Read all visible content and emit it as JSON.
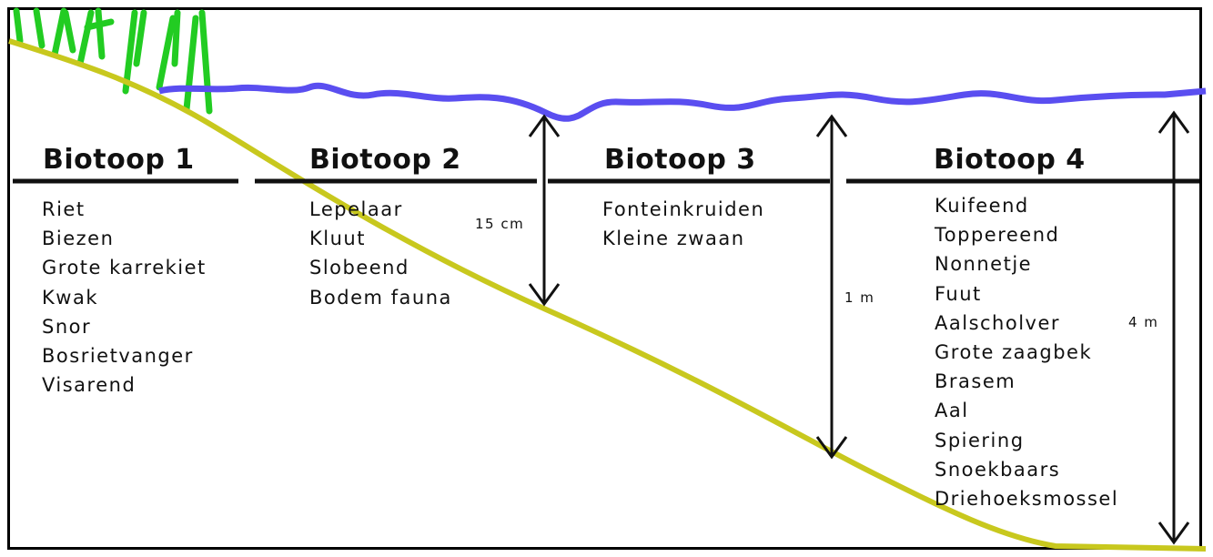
{
  "colors": {
    "ground": "#c8c81e",
    "water": "#5a4ef0",
    "reed": "#22cc22",
    "arrow": "#111111",
    "rule": "#111111"
  },
  "biotopes": [
    {
      "title": "Biotoop 1",
      "items": [
        "Riet",
        "Biezen",
        "Grote karrekiet",
        "Kwak",
        "Snor",
        "Bosrietvanger",
        "Visarend"
      ]
    },
    {
      "title": "Biotoop 2",
      "items": [
        "Lepelaar",
        "Kluut",
        "Slobeend",
        "Bodem fauna"
      ]
    },
    {
      "title": "Biotoop 3",
      "items": [
        "Fonteinkruiden",
        "Kleine zwaan"
      ]
    },
    {
      "title": "Biotoop 4",
      "items": [
        "Kuifeend",
        "Toppereend",
        "Nonnetje",
        "Fuut",
        "Aalscholver",
        "Grote zaagbek",
        "Brasem",
        "Aal",
        "Spiering",
        "Snoekbaars",
        "Driehoeksmossel"
      ]
    }
  ],
  "depths": [
    "15 cm",
    "1 m",
    "4 m"
  ]
}
